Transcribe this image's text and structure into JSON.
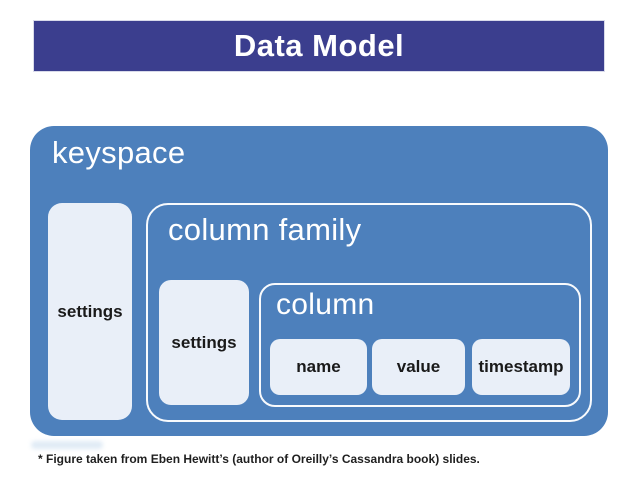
{
  "slide": {
    "title": "Data Model",
    "footnote": "* Figure taken from Eben Hewitt’s (author of Oreilly’s Cassandra book) slides.",
    "colors": {
      "title_bar": "#3b3e8e",
      "title_text": "#ffffff",
      "container_blue": "#4d80bc",
      "box_light": "#e9eff8",
      "label_dark": "#1a1a1a"
    }
  },
  "diagram": {
    "keyspace": {
      "label": "keyspace",
      "settings_label": "settings",
      "column_family": {
        "label": "column family",
        "settings_label": "settings",
        "column": {
          "label": "column",
          "cells": [
            "name",
            "value",
            "timestamp"
          ]
        }
      }
    }
  }
}
